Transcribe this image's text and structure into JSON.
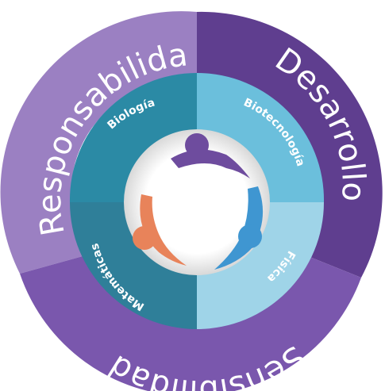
{
  "diagram": {
    "outer_ring": [
      {
        "label": "Responsabilidad",
        "color": "#9b80c2"
      },
      {
        "label": "Desarrollo",
        "color": "#5f3e8f"
      },
      {
        "label": "Sensibilidad",
        "color": "#7a57ad"
      }
    ],
    "inner_ring": [
      {
        "label": "Biología",
        "color": "#2b8aa5"
      },
      {
        "label": "Biotecnología",
        "color": "#6bbfdc"
      },
      {
        "label": "Física",
        "color": "#9fd4e8"
      },
      {
        "label": "Matemáticas",
        "color": "#2f7f99"
      }
    ],
    "center_icon": "people-circle-icon",
    "colors": {
      "person_purple": "#6e4c9e",
      "person_orange": "#e8835a",
      "person_blue": "#3f96d1"
    }
  }
}
